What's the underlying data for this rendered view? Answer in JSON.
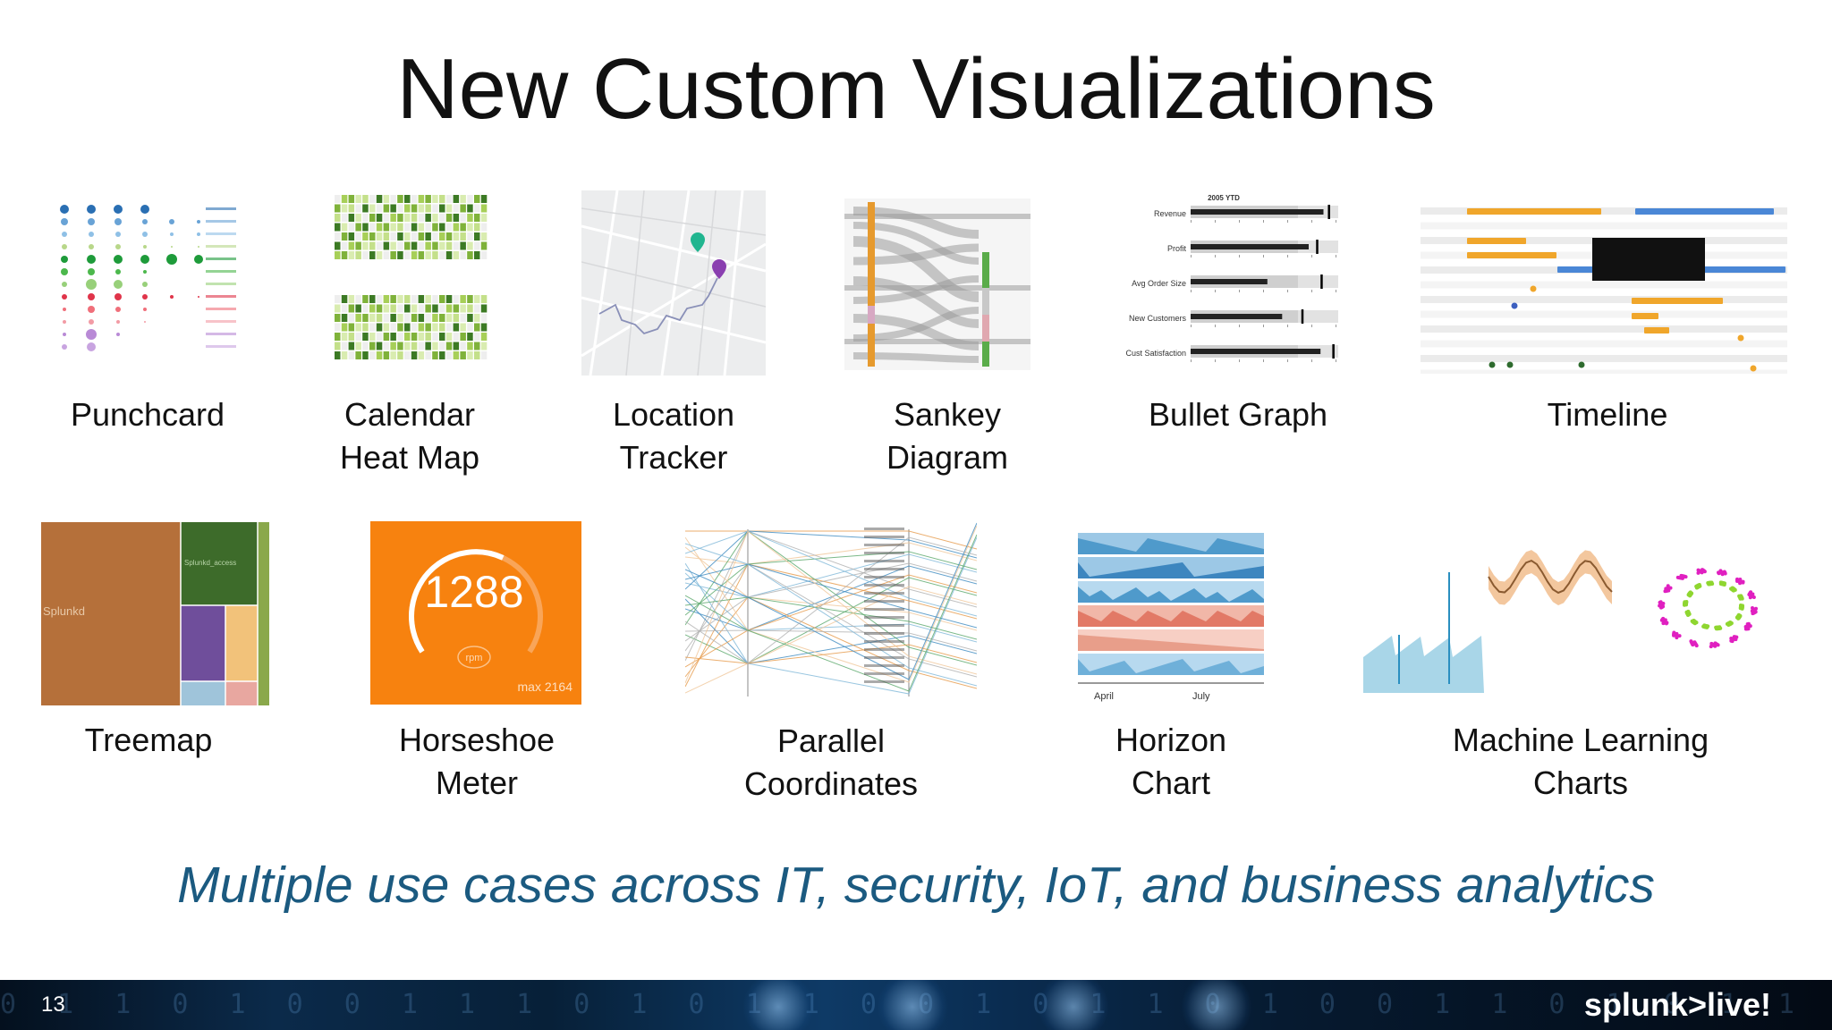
{
  "slide": {
    "title": "New Custom Visualizations",
    "tagline": "Multiple use cases across IT, security, IoT, and business analytics",
    "page_number": "13",
    "brand": "splunk>live!"
  },
  "visualizations": {
    "punchcard": {
      "label": "Punchcard"
    },
    "calendar_heat_map": {
      "label_line1": "Calendar",
      "label_line2": "Heat Map"
    },
    "location_tracker": {
      "label_line1": "Location",
      "label_line2": "Tracker"
    },
    "sankey_diagram": {
      "label_line1": "Sankey",
      "label_line2": "Diagram"
    },
    "bullet_graph": {
      "label": "Bullet Graph",
      "thumb_title": "2005 YTD",
      "rows": [
        "Revenue",
        "Profit",
        "Avg Order Size",
        "New Customers",
        "Cust Satisfaction"
      ]
    },
    "timeline": {
      "label": "Timeline"
    },
    "treemap": {
      "label": "Treemap",
      "cell_main": "Splunkd",
      "cell_secondary": "Splunkd_access"
    },
    "horseshoe_meter": {
      "label_line1": "Horseshoe",
      "label_line2": "Meter",
      "value": "1288",
      "unit": "rpm",
      "max": "max 2164",
      "fill_fraction": 0.6
    },
    "parallel_coordinates": {
      "label_line1": "Parallel",
      "label_line2": "Coordinates"
    },
    "horizon_chart": {
      "label_line1": "Horizon",
      "label_line2": "Chart",
      "tick_april": "April",
      "tick_july": "July"
    },
    "machine_learning_charts": {
      "label_line1": "Machine Learning",
      "label_line2": "Charts"
    }
  },
  "colors": {
    "tagline": "#1b5a80",
    "horseshoe_bg": "#f7820f",
    "treemap_brown": "#b5703a",
    "treemap_green": "#3d6b2a",
    "treemap_purple": "#6f4e9b"
  }
}
